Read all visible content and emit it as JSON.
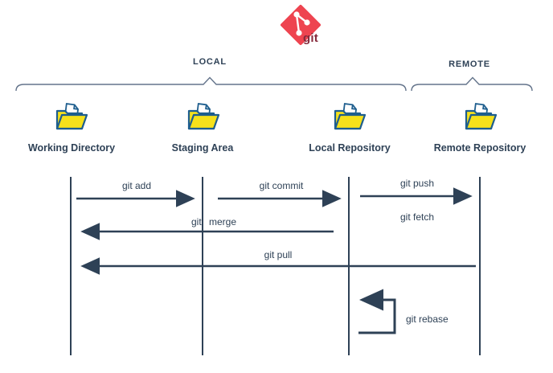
{
  "logo": {
    "wordmark": "git",
    "diamond_color": "#ee4450",
    "glyph_color": "#ffffff",
    "wordmark_color": "#862a3c"
  },
  "groups": {
    "local": "LOCAL",
    "remote": "REMOTE"
  },
  "columns": [
    {
      "label": "Working Directory"
    },
    {
      "label": "Staging Area"
    },
    {
      "label": "Local Repository"
    },
    {
      "label": "Remote Repository"
    }
  ],
  "commands": {
    "add": {
      "label": "git add",
      "from": "Working Directory",
      "to": "Staging Area"
    },
    "commit": {
      "label": "git commit",
      "from": "Staging Area",
      "to": "Local Repository"
    },
    "push": {
      "label": "git push",
      "from": "Local Repository",
      "to": "Remote Repository"
    },
    "fetch": {
      "label": "git fetch",
      "from": "Remote Repository",
      "to": "Local Repository"
    },
    "merge": {
      "label": "git merge",
      "from": "Local Repository",
      "to": "Working Directory"
    },
    "pull": {
      "label": "git pull",
      "from": "Remote Repository",
      "to": "Working Directory"
    },
    "rebase": {
      "label": "git rebase",
      "from": "Local Repository",
      "to": "Local Repository"
    }
  },
  "colors": {
    "line": "#2e4156",
    "brace": "#64748b",
    "folder_fill": "#f6e11b",
    "folder_stroke": "#1e5e8e",
    "paper_fill": "#ffffff"
  }
}
